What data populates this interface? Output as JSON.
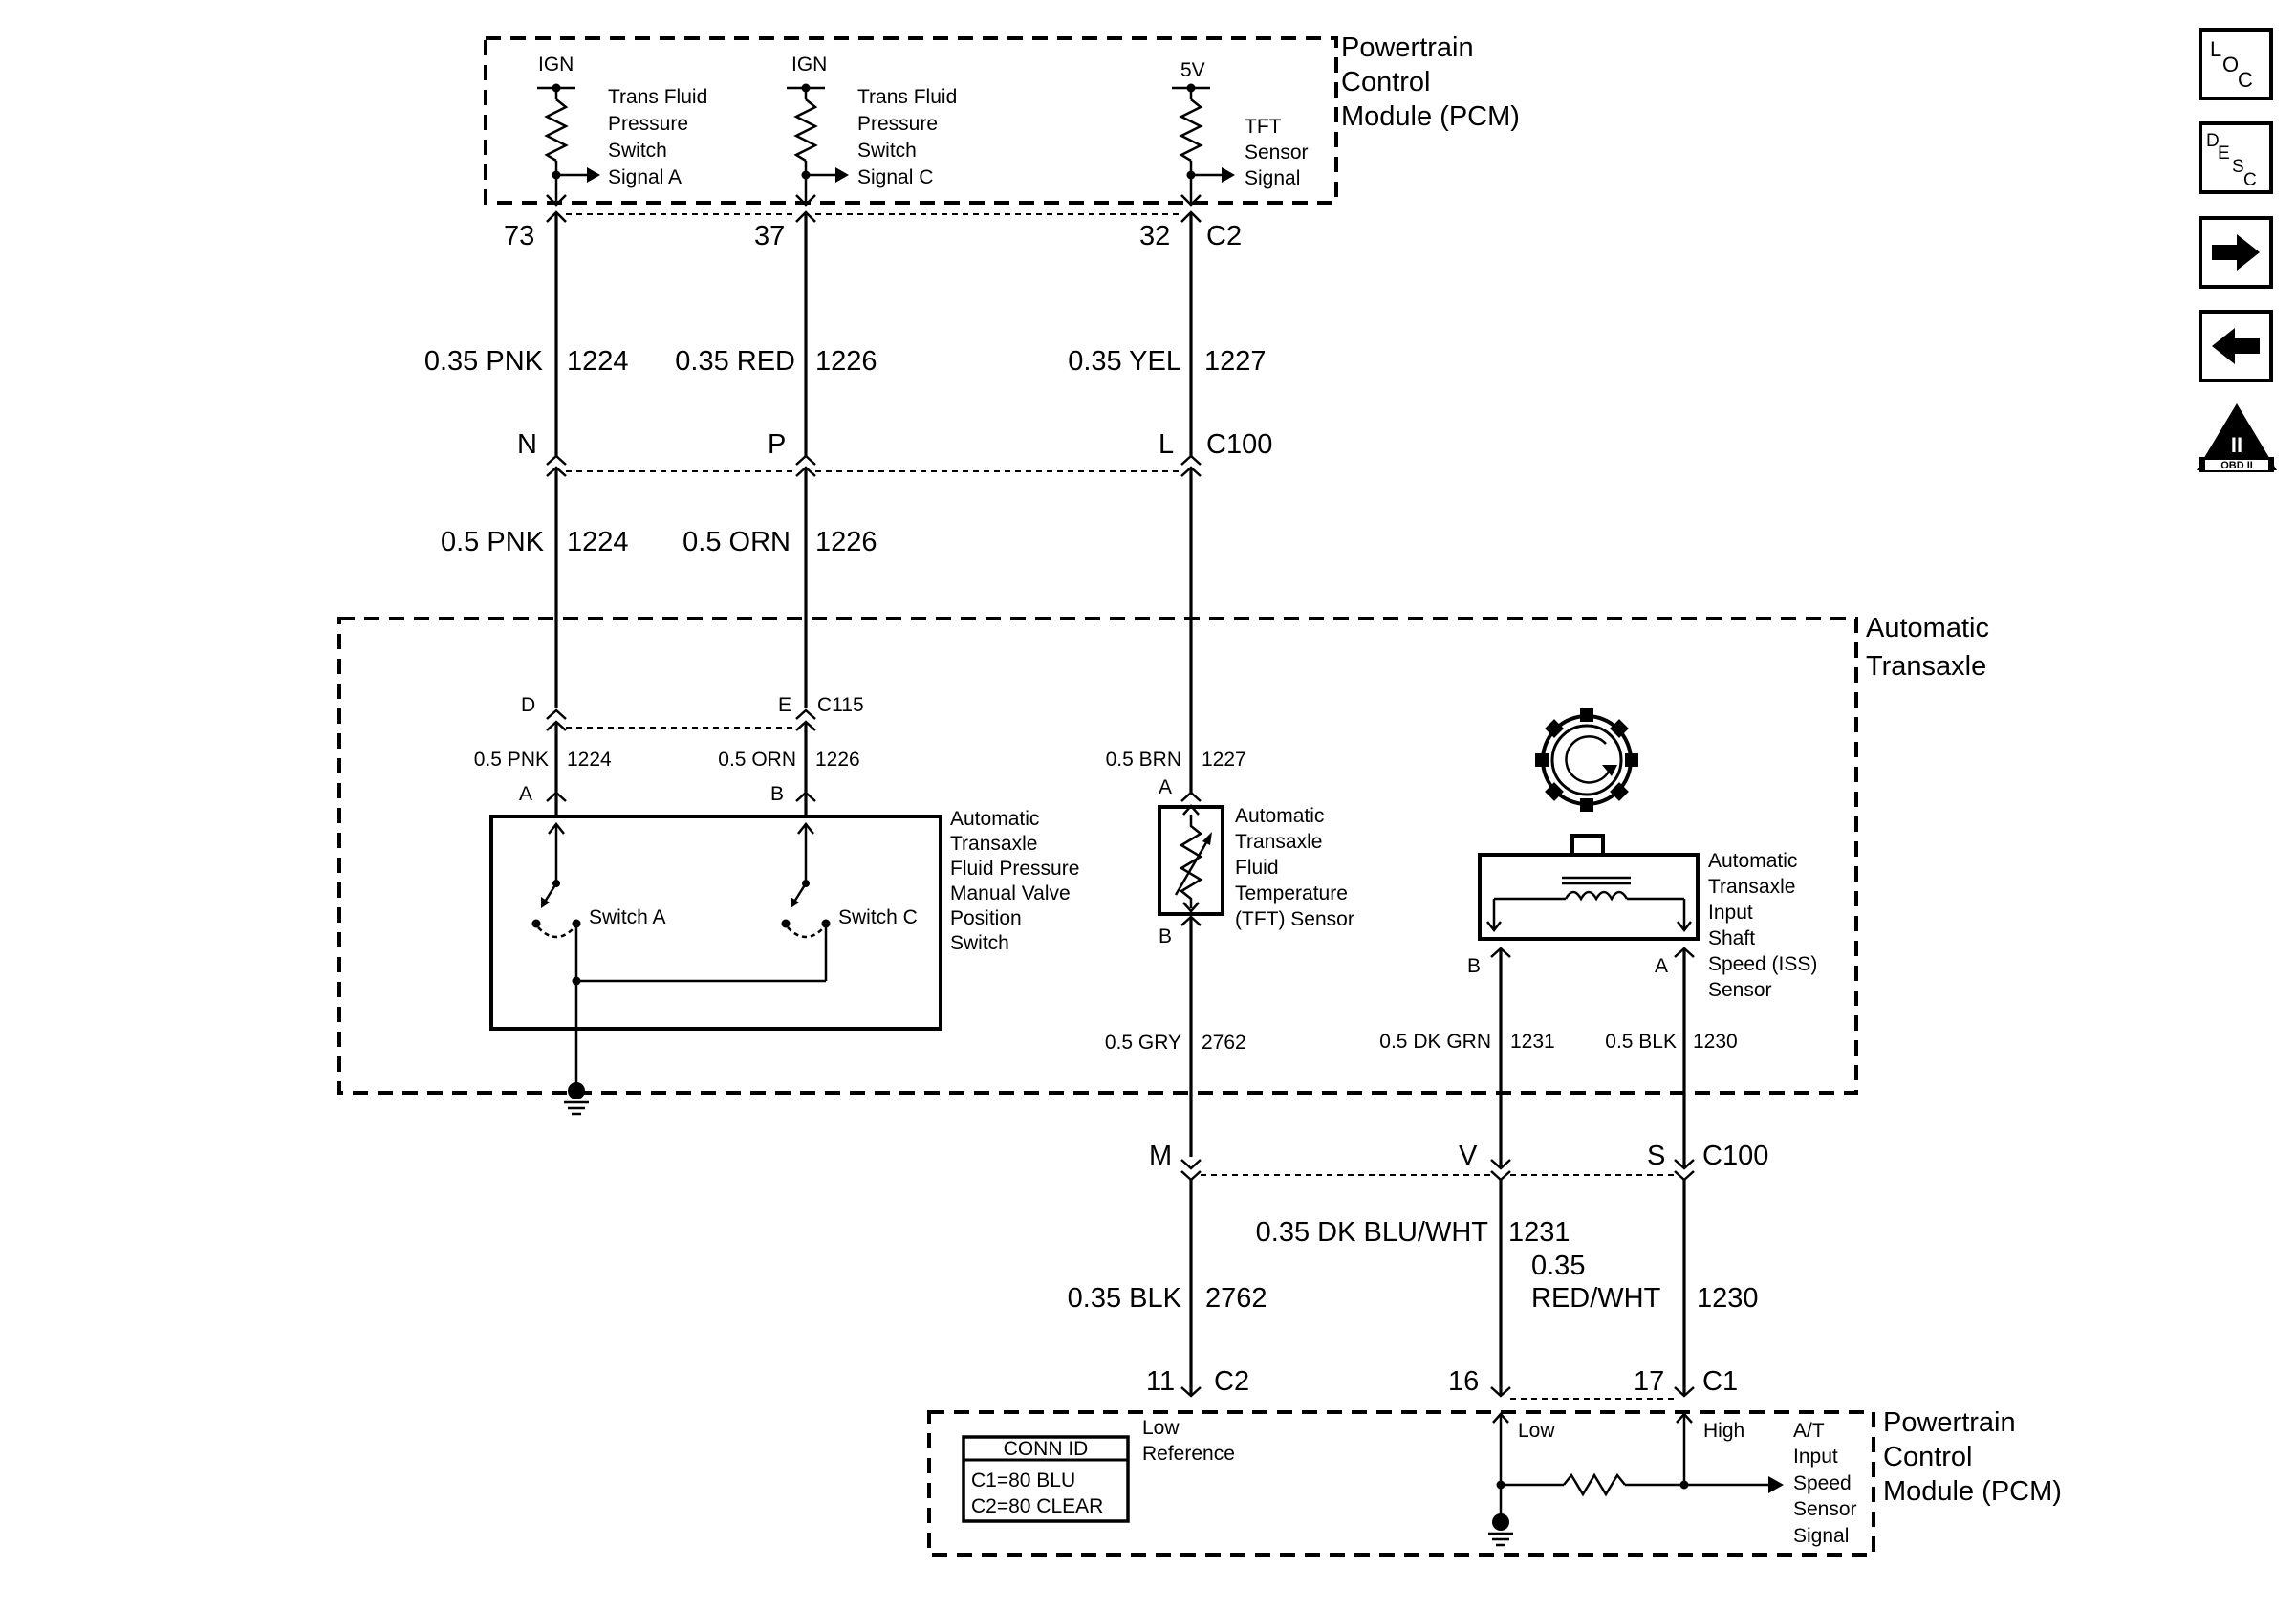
{
  "pcm_top": {
    "title": [
      "Powertrain",
      "Control",
      "Module (PCM)"
    ],
    "circuits": [
      {
        "supply": "IGN",
        "desc": [
          "Trans Fluid",
          "Pressure",
          "Switch",
          "Signal A"
        ],
        "pin": "73"
      },
      {
        "supply": "IGN",
        "desc": [
          "Trans Fluid",
          "Pressure",
          "Switch",
          "Signal C"
        ],
        "pin": "37"
      },
      {
        "supply": "5V",
        "desc": [
          "TFT",
          "Sensor",
          "Signal"
        ],
        "pin": "32"
      }
    ],
    "connector": "C2"
  },
  "upper_wires": [
    {
      "color": "0.35 PNK",
      "circuit": "1224"
    },
    {
      "color": "0.35 RED",
      "circuit": "1226"
    },
    {
      "color": "0.35 YEL",
      "circuit": "1227"
    }
  ],
  "c100_upper": {
    "pins": [
      "N",
      "P",
      "L"
    ],
    "connector": "C100"
  },
  "mid_wires": [
    {
      "color": "0.5 PNK",
      "circuit": "1224"
    },
    {
      "color": "0.5 ORN",
      "circuit": "1226"
    }
  ],
  "transaxle": {
    "title": [
      "Automatic",
      "Transaxle"
    ],
    "c115": {
      "pins": [
        "D",
        "E"
      ],
      "connector": "C115"
    },
    "inner_wires": [
      {
        "color": "0.5 PNK",
        "circuit": "1224"
      },
      {
        "color": "0.5 ORN",
        "circuit": "1226"
      },
      {
        "color": "0.5 BRN",
        "circuit": "1227"
      }
    ],
    "switch": {
      "pins": [
        "A",
        "B"
      ],
      "switch_a": "Switch A",
      "switch_c": "Switch C",
      "label": [
        "Automatic",
        "Transaxle",
        "Fluid Pressure",
        "Manual Valve",
        "Position",
        "Switch"
      ]
    },
    "tft": {
      "pin_top": "A",
      "pin_bottom": "B",
      "label": [
        "Automatic",
        "Transaxle",
        "Fluid",
        "Temperature",
        "(TFT) Sensor"
      ],
      "wire_color": "0.5 GRY",
      "wire_circuit": "2762"
    },
    "iss": {
      "pins": [
        "B",
        "A"
      ],
      "label": [
        "Automatic",
        "Transaxle",
        "Input",
        "Shaft",
        "Speed (ISS)",
        "Sensor"
      ],
      "wires": [
        {
          "color": "0.5 DK GRN",
          "circuit": "1231"
        },
        {
          "color": "0.5 BLK",
          "circuit": "1230"
        }
      ]
    }
  },
  "c100_lower": {
    "pins": [
      "M",
      "V",
      "S"
    ],
    "connector": "C100"
  },
  "lower_wires": [
    {
      "color": "0.35 BLK",
      "circuit": "2762"
    },
    {
      "color": "0.35 DK BLU/WHT",
      "circuit": "1231"
    },
    {
      "color_lines": [
        "0.35",
        "RED/WHT"
      ],
      "circuit": "1230"
    }
  ],
  "pcm_bottom": {
    "pins": [
      "11",
      "16",
      "17"
    ],
    "connectors": [
      "C2",
      "C1"
    ],
    "title": [
      "Powertrain",
      "Control",
      "Module (PCM)"
    ],
    "low_reference": [
      "Low",
      "Reference"
    ],
    "low": "Low",
    "high": "High",
    "signal": [
      "A/T",
      "Input",
      "Speed",
      "Sensor",
      "Signal"
    ],
    "conn_id": {
      "header": "CONN ID",
      "rows": [
        "C1=80 BLU",
        "C2=80 CLEAR"
      ]
    }
  },
  "nav": {
    "loc": {
      "a": "L",
      "b": "O",
      "c": "C"
    },
    "desc": {
      "a": "D",
      "b": "E",
      "c": "S",
      "d": "C"
    },
    "obd": {
      "numeral": "II",
      "text": "OBD II"
    }
  }
}
